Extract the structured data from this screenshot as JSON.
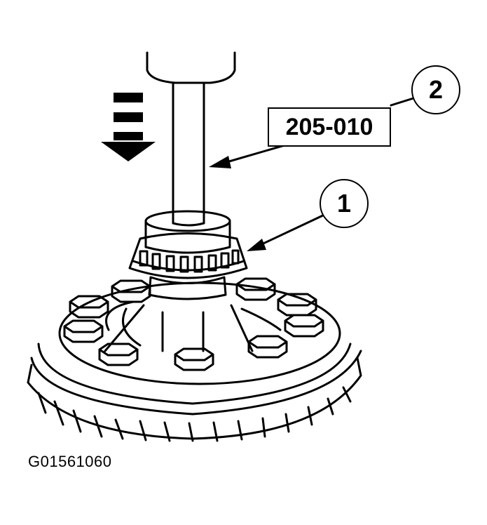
{
  "figure": {
    "code": "G01561060",
    "tool_number": "205-010",
    "callouts": [
      {
        "number": "1",
        "target": "differential bearing"
      },
      {
        "number": "2",
        "target": "press shaft / special tool"
      }
    ],
    "direction_indicator": "downward-press-arrow",
    "colors": {
      "line": "#000000",
      "background": "#ffffff"
    }
  }
}
